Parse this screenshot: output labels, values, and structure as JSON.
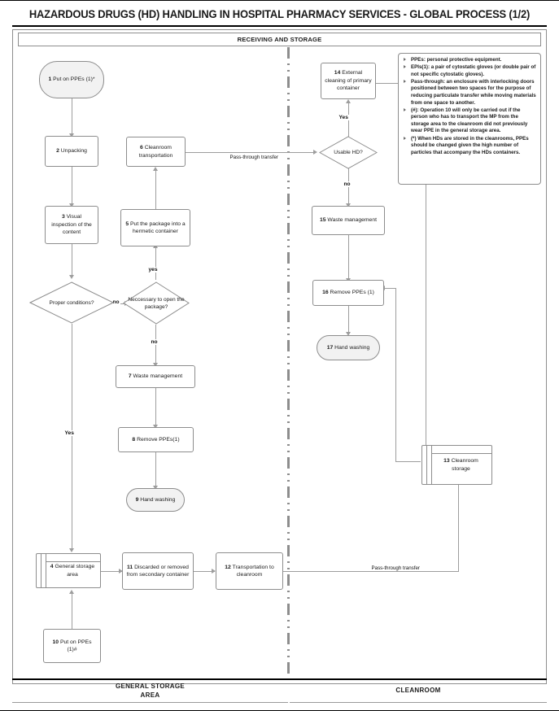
{
  "title": "HAZARDOUS DRUGS (HD) HANDLING IN HOSPITAL PHARMACY SERVICES - GLOBAL PROCESS (1/2)",
  "section_band": "RECEIVING AND STORAGE",
  "lanes": {
    "left": "GENERAL STORAGE\nAREA",
    "right": "CLEANROOM"
  },
  "nodes": {
    "n1": {
      "num": "1",
      "text": "Put on PPEs (1)*",
      "shape": "terminal"
    },
    "n2": {
      "num": "2",
      "text": "Unpacking",
      "shape": "process"
    },
    "n3": {
      "num": "3",
      "text": "Visual inspection of the content",
      "shape": "process"
    },
    "n4": {
      "num": "4",
      "text": "General storage area",
      "shape": "storage"
    },
    "n5": {
      "num": "5",
      "text": "Put the package into a hermetic container",
      "shape": "process"
    },
    "n6": {
      "num": "6",
      "text": "Cleanroom transportation",
      "shape": "process"
    },
    "n7": {
      "num": "7",
      "text": "Waste management",
      "shape": "process"
    },
    "n8": {
      "num": "8",
      "text": "Remove PPEs(1)",
      "shape": "process"
    },
    "n9": {
      "num": "9",
      "text": "Hand washing",
      "shape": "terminal"
    },
    "n10": {
      "num": "10",
      "text": "Put on PPEs (1)#",
      "shape": "process"
    },
    "n11": {
      "num": "11",
      "text": "Discarded or removed from secondary container",
      "shape": "process"
    },
    "n12": {
      "num": "12",
      "text": "Transportation to cleanroom",
      "shape": "process"
    },
    "n13": {
      "num": "13",
      "text": "Cleanroom storage",
      "shape": "storage"
    },
    "n14": {
      "num": "14",
      "text": "External cleaning of primary container",
      "shape": "process"
    },
    "n15": {
      "num": "15",
      "text": "Waste management",
      "shape": "process"
    },
    "n16": {
      "num": "16",
      "text": "Remove PPEs (1)",
      "shape": "process"
    },
    "n17": {
      "num": "17",
      "text": "Hand washing",
      "shape": "terminal"
    }
  },
  "decisions": {
    "d1": {
      "text": "Proper conditions?"
    },
    "d2": {
      "text": "Neccessary to open the package?"
    },
    "d3": {
      "text": "Usable HD?"
    }
  },
  "edge_labels": {
    "d1_no": "no",
    "d1_yes": "Yes",
    "d2_yes": "yes",
    "d2_no": "no",
    "d3_yes": "Yes",
    "d3_no": "no",
    "pass_through_top": "Pass-through transfer",
    "pass_through_bottom": "Pass-through transfer"
  },
  "notes": [
    "PPEs: personal protective equipment.",
    "EPIs(1): a pair of cytostatic gloves (or double pair of  not specific cytostatic gloves).",
    "Pass-through: an enclosure with interlocking doors positioned between two spaces for the purpose of reducing particulate transfer while moving materials from one space to another.",
    "(#):  Operation 10 will only be carried out if the person who has to transport the MP from the storage area to the cleanroom did not previously wear PPE in the general storage area.",
    "(*) When HDs are stored in the cleanrooms, PPEs should be changed given the high number of particles that accompany the HDs containers."
  ],
  "colors": {
    "border": "#8d8d8d",
    "connector": "#9d9d9d",
    "terminal_fill": "#f2f2f2",
    "text": "#1a1a1a"
  }
}
